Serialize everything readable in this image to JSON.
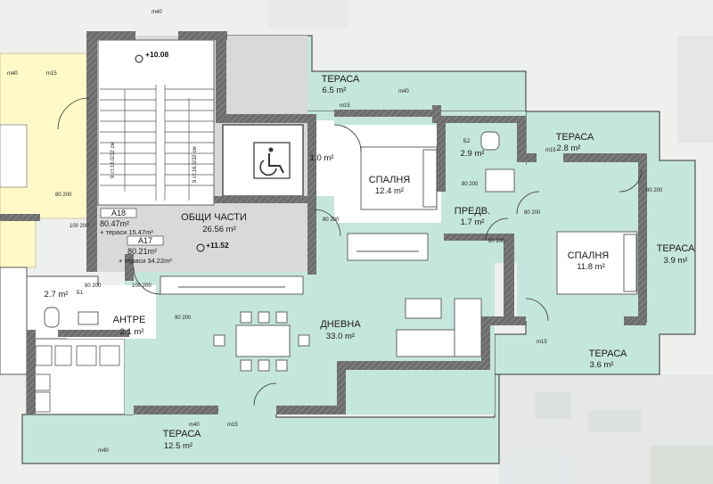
{
  "rooms": {
    "terrace_top": {
      "name": "ТЕРАСА",
      "area": "6.5 m²"
    },
    "terrace_right_top": {
      "name": "ТЕРАСА",
      "area": "2.8 m²"
    },
    "terrace_right": {
      "name": "ТЕРАСА",
      "area": "3.9 m²"
    },
    "terrace_right_bottom": {
      "name": "ТЕРАСА",
      "area": "3.6 m²"
    },
    "terrace_bottom": {
      "name": "ТЕРАСА",
      "area": "12.5 m²"
    },
    "bedroom_1": {
      "name": "СПАЛНЯ",
      "area": "12.4 m²"
    },
    "bedroom_2": {
      "name": "СПАЛНЯ",
      "area": "11.8 m²"
    },
    "hallway": {
      "name": "ПРЕДВ.",
      "area": "1.7 m²"
    },
    "living": {
      "name": "ДНЕВНА",
      "area": "33.0 m²"
    },
    "entrance": {
      "name": "АНТРЕ",
      "area": "2.1 m²"
    },
    "common": {
      "name": "ОБЩИ ЧАСТИ",
      "area": "26.56 m²"
    },
    "closet": {
      "area": "1.0 m²"
    },
    "bath_right": {
      "area": "2.9 m²"
    },
    "bath_left": {
      "area": "2.7 m²"
    }
  },
  "apartments": [
    {
      "id": "A18",
      "area": "80.47m²",
      "terraces": "+ тераси 15.47m²"
    },
    {
      "id": "A17",
      "area": "80.21m²",
      "terraces": "+ тераси 34.22m²"
    }
  ],
  "levels": {
    "upper": "+10.08",
    "lower": "+11.52"
  },
  "tags": {
    "door_80_200": "80 200",
    "door_90_200": "90 200",
    "door_100_200": "100 200",
    "window_m15": "m15",
    "window_m40": "m40",
    "stair_a": "9 ст.16.0/32 см",
    "stair_b": "9 ст.16.0/32 см",
    "b1": "Б1",
    "b2": "Б2"
  },
  "colors": {
    "terrace": "#c5e6dc",
    "interior": "#ffffff",
    "common": "#d9d9d9",
    "neighbor": "#fff9c8",
    "wall": "#6d6d6d",
    "outline": "#333333"
  }
}
